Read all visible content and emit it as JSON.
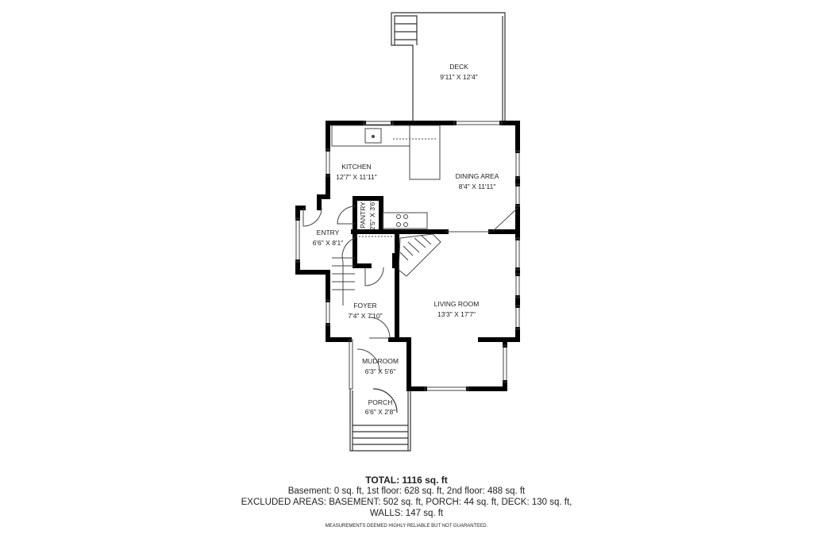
{
  "rooms": [
    {
      "name": "DECK",
      "size": "9'11\" X 12'4\""
    },
    {
      "name": "KITCHEN",
      "size": "12'7\" X 11'11\""
    },
    {
      "name": "DINING AREA",
      "size": "8'4\" X 11'11\""
    },
    {
      "name": "PANTRY",
      "size": "2'5\" X 3'6\""
    },
    {
      "name": "ENTRY",
      "size": "6'6\" X 8'1\""
    },
    {
      "name": "FOYER",
      "size": "7'4\" X 7'10\""
    },
    {
      "name": "LIVING ROOM",
      "size": "13'3\" X 17'7\""
    },
    {
      "name": "MUDROOM",
      "size": "6'3\" X 5'6\""
    },
    {
      "name": "PORCH",
      "size": "6'6\" X 2'8\""
    }
  ],
  "summary": {
    "total": "TOTAL: 1116 sq. ft",
    "floors": "Basement: 0 sq. ft, 1st floor: 628 sq. ft, 2nd floor: 488 sq. ft",
    "excluded": "EXCLUDED AREAS: BASEMENT: 502 sq. ft, PORCH: 44 sq. ft, DECK: 130 sq. ft,",
    "walls": "WALLS: 147 sq. ft",
    "disclaimer": "MEASUREMENTS DEEMED HIGHLY RELIABLE BUT NOT GUARANTEED."
  }
}
